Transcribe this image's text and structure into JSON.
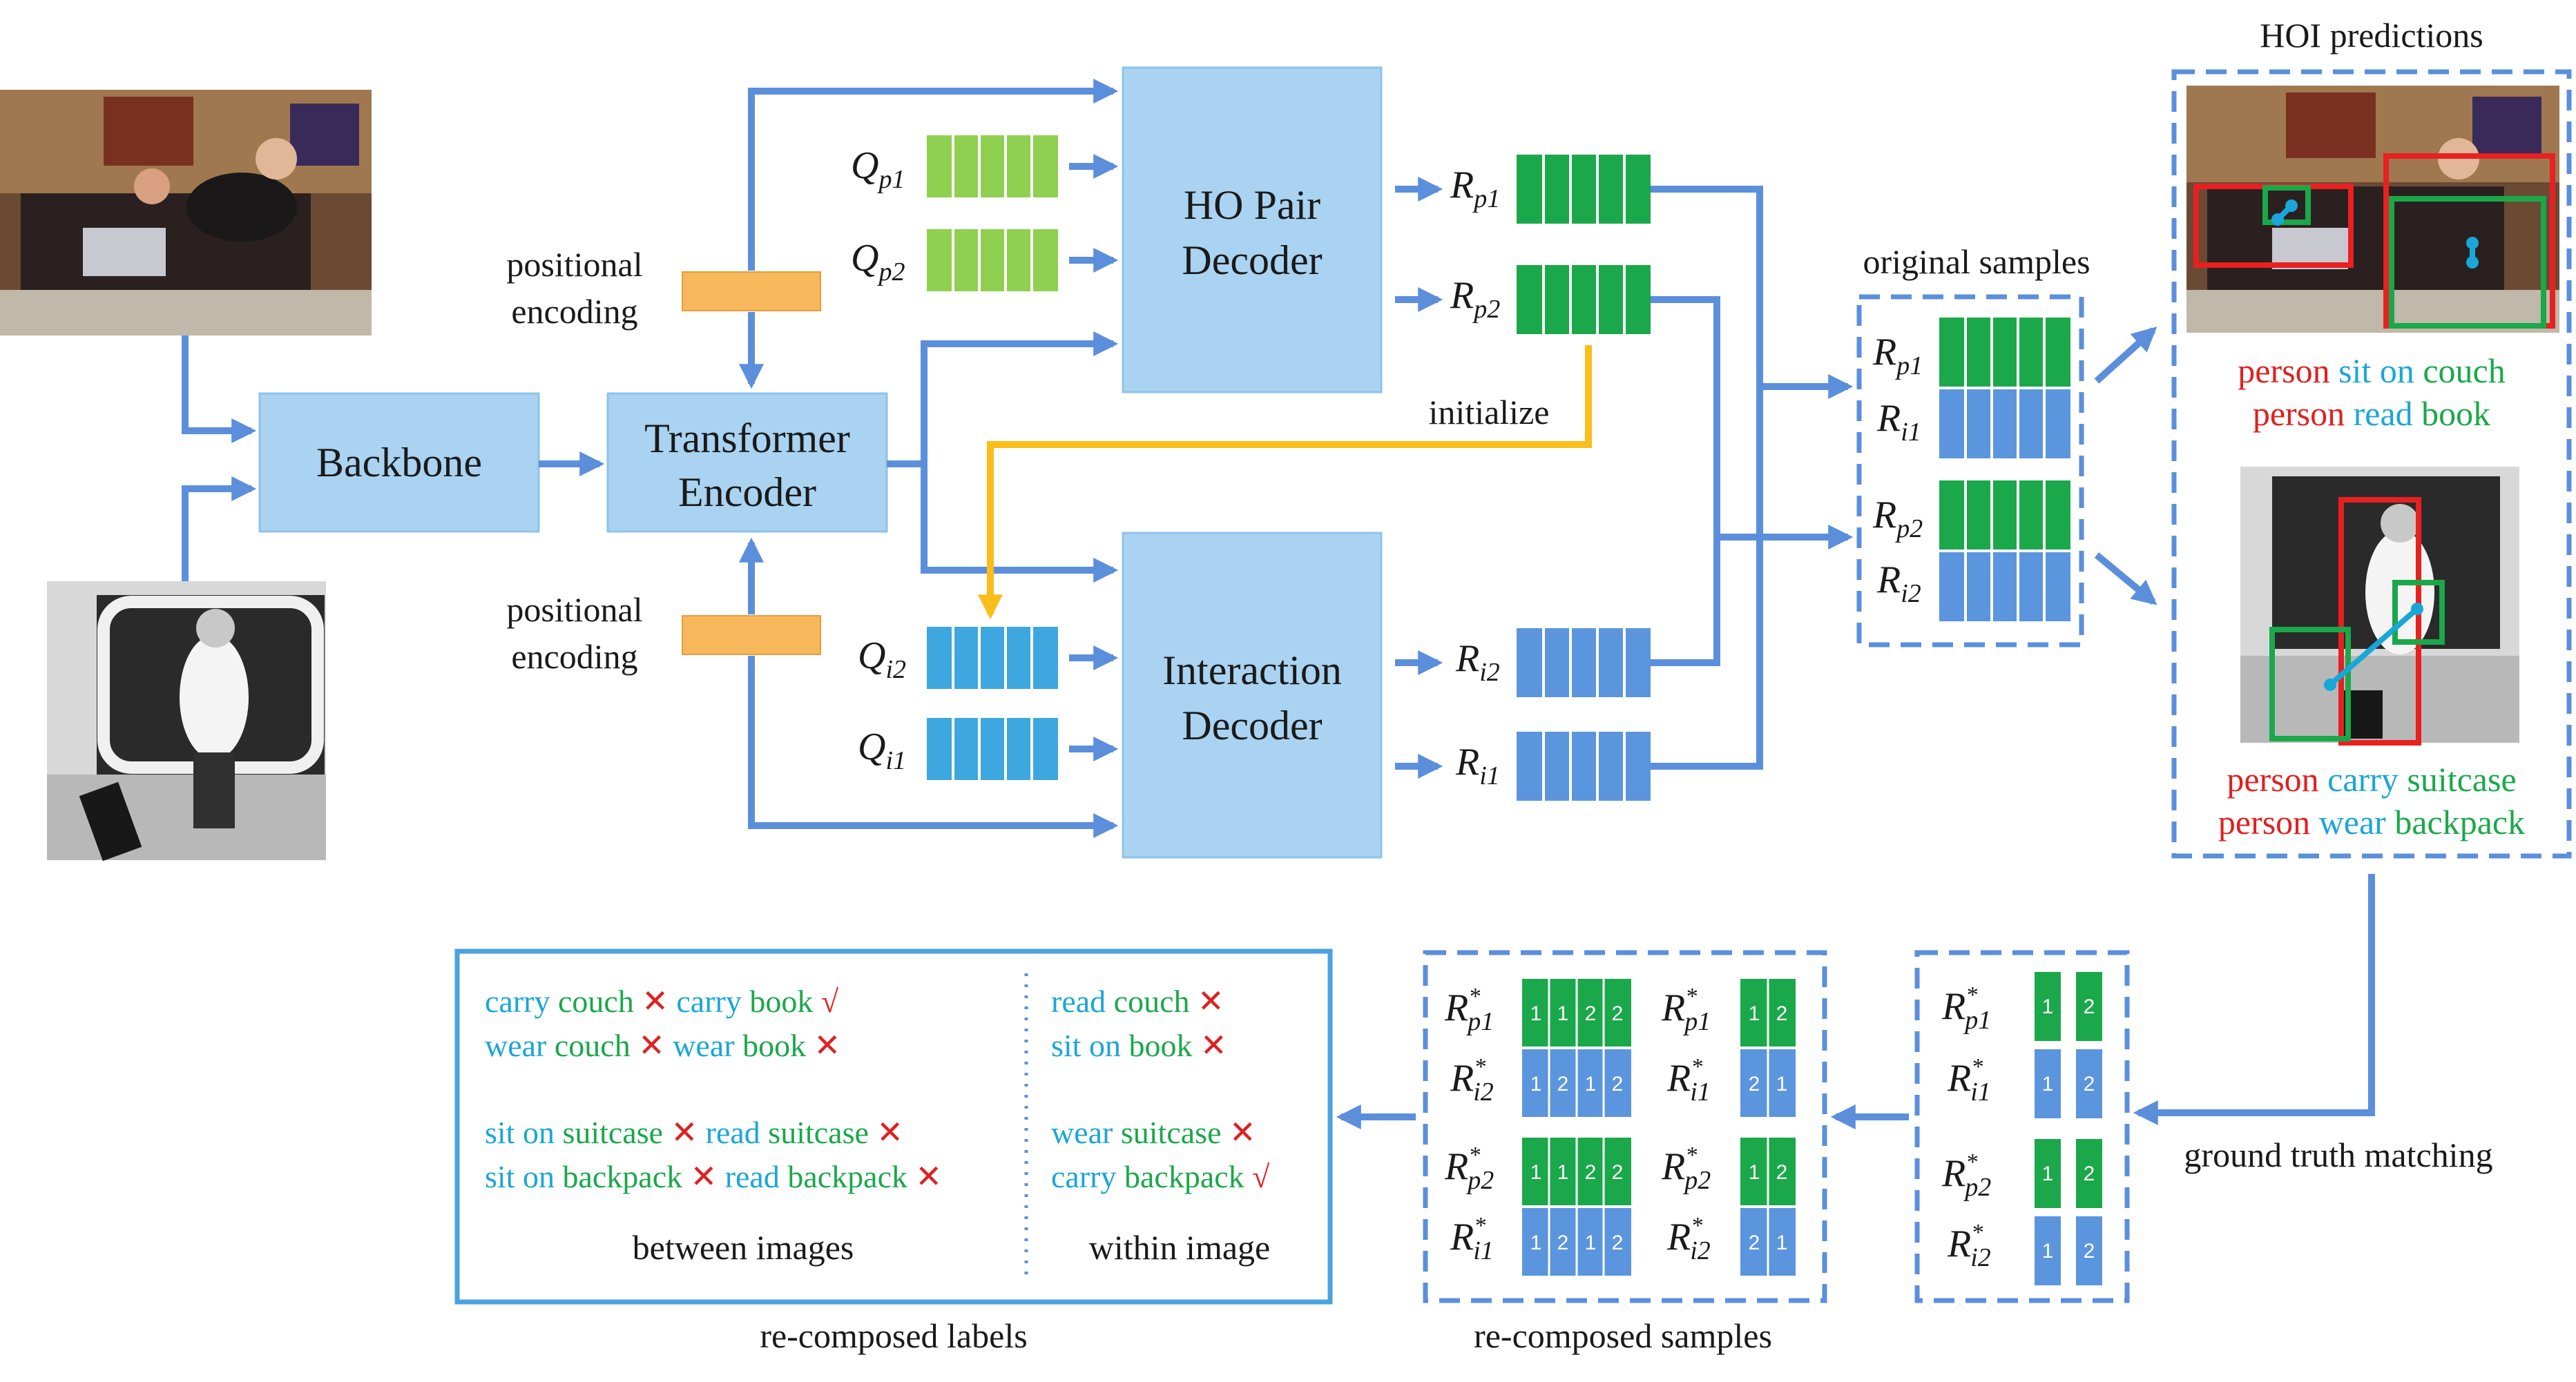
{
  "colors": {
    "arrow": "#5b8fdc",
    "box_fill": "#a9d3f0",
    "box_stroke": "#8ec3ea",
    "query_green": "#8fd050",
    "result_green": "#1aa84a",
    "interaction_blue": "#5b95dd",
    "query_blue": "#3ea7df",
    "pos_enc": "#f7b75a",
    "init_arrow": "#fbbd1a",
    "text_cyan": "#1aa6d8",
    "text_green": "#1aa84a",
    "mark_red": "#e02020",
    "dashed_border": "#5b8fdc",
    "labels_border": "#4aa3dd"
  },
  "blocks": {
    "backbone": "Backbone",
    "encoder_line1": "Transformer",
    "encoder_line2": "Encoder",
    "pair_decoder_line1": "HO Pair",
    "pair_decoder_line2": "Decoder",
    "interaction_decoder_line1": "Interaction",
    "interaction_decoder_line2": "Decoder"
  },
  "labels": {
    "pos_enc_top_1": "positional",
    "pos_enc_top_2": "encoding",
    "pos_enc_bottom_1": "positional",
    "pos_enc_bottom_2": "encoding",
    "initialize": "initialize",
    "original_samples": "original samples",
    "hoi_predictions": "HOI predictions",
    "ground_truth_matching": "ground truth matching",
    "recomposed_samples": "re-composed samples",
    "recomposed_labels": "re-composed labels",
    "between_images": "between images",
    "within_image": "within image"
  },
  "symbols": {
    "Q": "Q",
    "R": "R",
    "star": "*",
    "p1": "p1",
    "p2": "p2",
    "i1": "i1",
    "i2": "i2"
  },
  "predictions": {
    "img1_line1": {
      "subject": "person",
      "verb": "sit on",
      "object": "couch"
    },
    "img1_line2": {
      "subject": "person",
      "verb": "read",
      "object": "book"
    },
    "img2_line1": {
      "subject": "person",
      "verb": "carry",
      "object": "suitcase"
    },
    "img2_line2": {
      "subject": "person",
      "verb": "wear",
      "object": "backpack"
    }
  },
  "cells": {
    "a_pair": [
      "1",
      "1",
      "2",
      "2"
    ],
    "a_int": [
      "1",
      "2",
      "1",
      "2"
    ],
    "b_pair": [
      "1",
      "2"
    ],
    "b_int": [
      "2",
      "1"
    ],
    "gt_pair": [
      "1",
      "2"
    ],
    "gt_int": [
      "1",
      "2"
    ]
  },
  "recomposed": {
    "between": [
      [
        {
          "verb": "carry",
          "object": "couch",
          "mark": "✕"
        },
        {
          "verb": "carry",
          "object": "book",
          "mark": "√"
        }
      ],
      [
        {
          "verb": "wear",
          "object": "couch",
          "mark": "✕"
        },
        {
          "verb": "wear",
          "object": "book",
          "mark": "✕"
        }
      ],
      [
        {
          "verb": "sit on",
          "object": "suitcase",
          "mark": "✕"
        },
        {
          "verb": "read",
          "object": "suitcase",
          "mark": "✕"
        }
      ],
      [
        {
          "verb": "sit on",
          "object": "backpack",
          "mark": "✕"
        },
        {
          "verb": "read",
          "object": "backpack",
          "mark": "✕"
        }
      ]
    ],
    "within": [
      {
        "verb": "read",
        "object": "couch",
        "mark": "✕"
      },
      {
        "verb": "sit on",
        "object": "book",
        "mark": "✕"
      },
      {
        "verb": "wear",
        "object": "suitcase",
        "mark": "✕"
      },
      {
        "verb": "carry",
        "object": "backpack",
        "mark": "√"
      }
    ]
  }
}
